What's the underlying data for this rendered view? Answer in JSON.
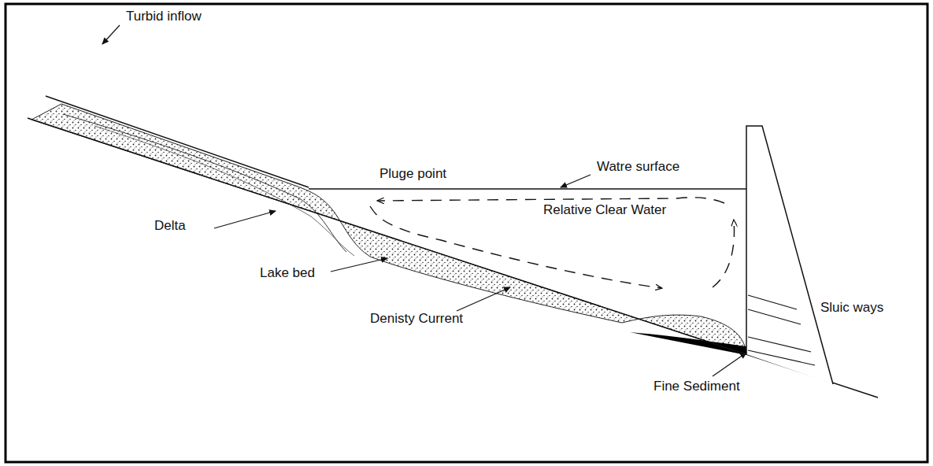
{
  "diagram": {
    "labels": [
      "Turbid inflow",
      "Pluge point",
      "Watre surface",
      "Relative Clear Water",
      "Delta",
      "Lake bed",
      "Denisty Current",
      "Sluic ways",
      "Fine Sediment"
    ]
  }
}
